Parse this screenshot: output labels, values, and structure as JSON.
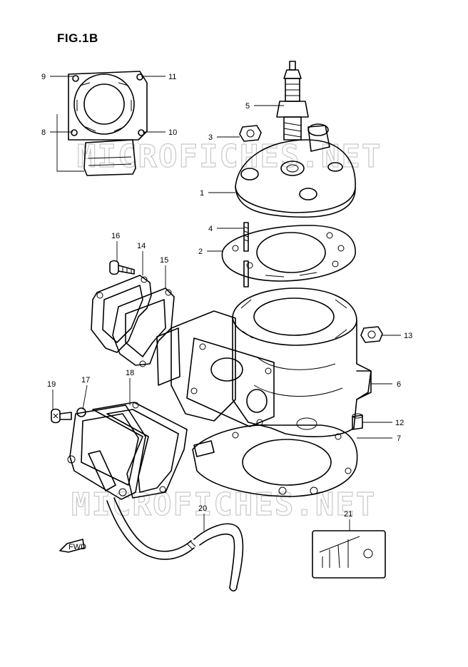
{
  "figure": {
    "title": "FIG.1B",
    "watermark": "MICROFICHES.NET",
    "fwd_label": "FWD"
  },
  "callouts": [
    {
      "id": "c1",
      "label": "1"
    },
    {
      "id": "c2",
      "label": "2"
    },
    {
      "id": "c3",
      "label": "3"
    },
    {
      "id": "c4",
      "label": "4"
    },
    {
      "id": "c5",
      "label": "5"
    },
    {
      "id": "c6",
      "label": "6"
    },
    {
      "id": "c7",
      "label": "7"
    },
    {
      "id": "c8",
      "label": "8"
    },
    {
      "id": "c9",
      "label": "9"
    },
    {
      "id": "c10",
      "label": "10"
    },
    {
      "id": "c11",
      "label": "11"
    },
    {
      "id": "c12",
      "label": "12"
    },
    {
      "id": "c13",
      "label": "13"
    },
    {
      "id": "c14",
      "label": "14"
    },
    {
      "id": "c15",
      "label": "15"
    },
    {
      "id": "c16",
      "label": "16"
    },
    {
      "id": "c17",
      "label": "17"
    },
    {
      "id": "c18",
      "label": "18"
    },
    {
      "id": "c19",
      "label": "19"
    },
    {
      "id": "c20",
      "label": "20"
    },
    {
      "id": "c21",
      "label": "21"
    }
  ]
}
